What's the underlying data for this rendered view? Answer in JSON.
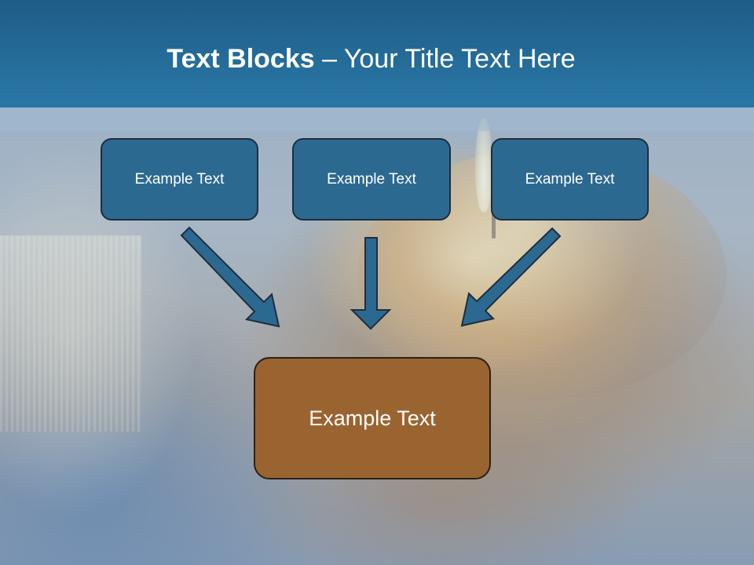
{
  "slide": {
    "title_bold": "Text Blocks",
    "title_separator": " – ",
    "title_rest": "Your Title Text Here",
    "top_blocks": [
      {
        "label": "Example Text"
      },
      {
        "label": "Example Text"
      },
      {
        "label": "Example Text"
      }
    ],
    "bottom_block": {
      "label": "Example Text"
    }
  },
  "colors": {
    "header": "#2a77a7",
    "block_fill": "#2c6991",
    "main_block_fill": "#9a6431",
    "arrow_fill": "#2c6991"
  }
}
